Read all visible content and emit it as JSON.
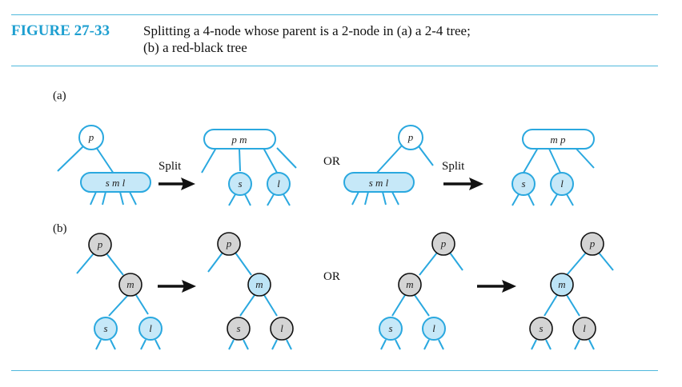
{
  "caption": {
    "number": "FIGURE 27-33",
    "line1": "Splitting a 4-node whose parent is a 2-node in (a) a 2-4 tree;",
    "line2": "(b) a red-black tree"
  },
  "panels": {
    "a_label": "(a)",
    "b_label": "(b)"
  },
  "labels": {
    "split_1": "Split",
    "split_2": "Split",
    "or_a": "OR",
    "or_b": "OR"
  },
  "nodes_a": {
    "left1": {
      "parent": "p",
      "child": "s m l"
    },
    "left2": {
      "parent": "p m",
      "c1": "s",
      "c2": "l"
    },
    "right1": {
      "parent": "p",
      "child": "s m l"
    },
    "right2": {
      "parent": "m p",
      "c1": "s",
      "c2": "l"
    }
  },
  "nodes_b": {
    "left1": {
      "p": "p",
      "m": "m",
      "s": "s",
      "l": "l"
    },
    "left2": {
      "p": "p",
      "m": "m",
      "s": "s",
      "l": "l"
    },
    "right1": {
      "p": "p",
      "m": "m",
      "s": "s",
      "l": "l"
    },
    "right2": {
      "p": "p",
      "m": "m",
      "s": "s",
      "l": "l"
    }
  },
  "colors": {
    "accent": "#1e9fd0",
    "edge": "#2aa8df",
    "red_node": "#c6e8f8",
    "black_node": "#d4d4d4"
  }
}
